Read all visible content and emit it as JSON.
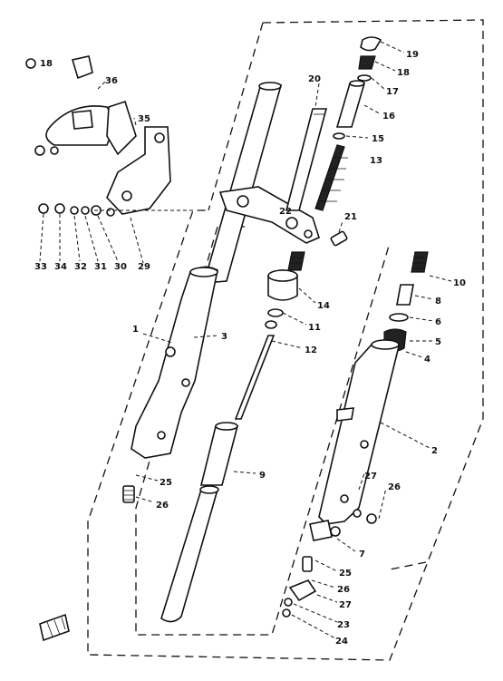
{
  "callouts": {
    "c1": "1",
    "c2": "2",
    "c3": "3",
    "c4": "4",
    "c5": "5",
    "c6": "6",
    "c7": "7",
    "c8": "8",
    "c9": "9",
    "c10": "10",
    "c11": "11",
    "c12": "12",
    "c13": "13",
    "c14": "14",
    "c15": "15",
    "c16": "16",
    "c17": "17",
    "c18": "18",
    "c19": "19",
    "c20": "20",
    "c21": "21",
    "c22": "22",
    "c23": "23",
    "c24": "24",
    "c25a": "25",
    "c25b": "25",
    "c26a": "26",
    "c26b": "26",
    "c26c": "26",
    "c27a": "27",
    "c27b": "27",
    "c29": "29",
    "c30": "30",
    "c31": "31",
    "c32": "32",
    "c33": "33",
    "c34": "34",
    "c35": "35",
    "c36": "36",
    "c18top": "18"
  },
  "colors": {
    "ink": "#111111",
    "paper": "#ffffff"
  }
}
